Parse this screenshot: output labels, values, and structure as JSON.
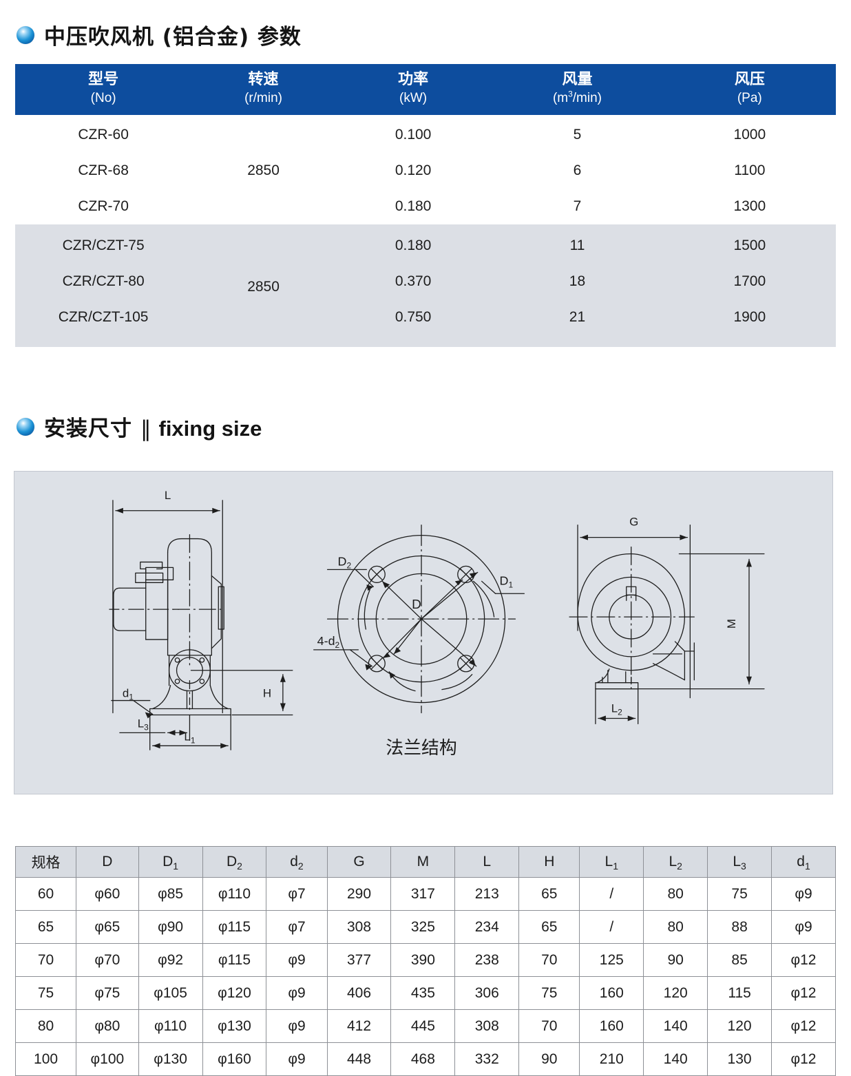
{
  "sections": {
    "spec": {
      "bullet_icon": "blue-sphere-bullet-icon",
      "title": "中压吹风机 (铝合金) 参数"
    },
    "fixing": {
      "bullet_icon": "blue-sphere-bullet-icon",
      "title_cn": "安装尺寸",
      "separator": "‖",
      "title_en": "fixing size"
    }
  },
  "spec_table": {
    "headers": [
      {
        "cn": "型号",
        "en": "(No)"
      },
      {
        "cn": "转速",
        "en": "(r/min)"
      },
      {
        "cn": "功率",
        "en": "(kW)"
      },
      {
        "cn": "风量",
        "en_pre": "(m",
        "en_sup": "3",
        "en_post": "/min)"
      },
      {
        "cn": "风压",
        "en": "(Pa)"
      }
    ],
    "groups": [
      {
        "rpm": "2850",
        "rows": [
          {
            "model": "CZR-60",
            "power": "0.100",
            "airflow": "5",
            "pressure": "1000"
          },
          {
            "model": "CZR-68",
            "power": "0.120",
            "airflow": "6",
            "pressure": "1100"
          },
          {
            "model": "CZR-70",
            "power": "0.180",
            "airflow": "7",
            "pressure": "1300"
          }
        ]
      },
      {
        "rpm": "2850",
        "rows": [
          {
            "model": "CZR/CZT-75",
            "power": "0.180",
            "airflow": "11",
            "pressure": "1500"
          },
          {
            "model": "CZR/CZT-80",
            "power": "0.370",
            "airflow": "18",
            "pressure": "1700"
          },
          {
            "model": "CZR/CZT-105",
            "power": "0.750",
            "airflow": "21",
            "pressure": "1900"
          }
        ]
      }
    ]
  },
  "drawing": {
    "caption_flange": "法兰结构",
    "labels": {
      "L": "L",
      "H": "H",
      "d1_base": "d",
      "d1_sub": "1",
      "L3_base": "L",
      "L3_sub": "3",
      "L1_base": "L",
      "L1_sub": "1",
      "L2_base": "L",
      "L2_sub": "2",
      "D": "D",
      "D1_base": "D",
      "D1_sub": "1",
      "D2_base": "D",
      "D2_sub": "2",
      "holes_pre": "4-d",
      "holes_sub": "2",
      "G": "G",
      "M": "M"
    }
  },
  "dim_table": {
    "headers": [
      {
        "base": "规格",
        "sub": "",
        "cn": true
      },
      {
        "base": "D",
        "sub": ""
      },
      {
        "base": "D",
        "sub": "1"
      },
      {
        "base": "D",
        "sub": "2"
      },
      {
        "base": "d",
        "sub": "2"
      },
      {
        "base": "G",
        "sub": ""
      },
      {
        "base": "M",
        "sub": ""
      },
      {
        "base": "L",
        "sub": ""
      },
      {
        "base": "H",
        "sub": ""
      },
      {
        "base": "L",
        "sub": "1"
      },
      {
        "base": "L",
        "sub": "2"
      },
      {
        "base": "L",
        "sub": "3"
      },
      {
        "base": "d",
        "sub": "1"
      }
    ],
    "rows": [
      [
        "60",
        "φ60",
        "φ85",
        "φ110",
        "φ7",
        "290",
        "317",
        "213",
        "65",
        "/",
        "80",
        "75",
        "φ9"
      ],
      [
        "65",
        "φ65",
        "φ90",
        "φ115",
        "φ7",
        "308",
        "325",
        "234",
        "65",
        "/",
        "80",
        "88",
        "φ9"
      ],
      [
        "70",
        "φ70",
        "φ92",
        "φ115",
        "φ9",
        "377",
        "390",
        "238",
        "70",
        "125",
        "90",
        "85",
        "φ12"
      ],
      [
        "75",
        "φ75",
        "φ105",
        "φ120",
        "φ9",
        "406",
        "435",
        "306",
        "75",
        "160",
        "120",
        "115",
        "φ12"
      ],
      [
        "80",
        "φ80",
        "φ110",
        "φ130",
        "φ9",
        "412",
        "445",
        "308",
        "70",
        "160",
        "140",
        "120",
        "φ12"
      ],
      [
        "100",
        "φ100",
        "φ130",
        "φ160",
        "φ9",
        "448",
        "468",
        "332",
        "90",
        "210",
        "140",
        "130",
        "φ12"
      ]
    ]
  },
  "colors": {
    "header_blue": "#0d4d9e",
    "group_gray": "#dcdfe5",
    "panel_bg": "#dde1e7",
    "dim_header_bg": "#d8dce2"
  }
}
